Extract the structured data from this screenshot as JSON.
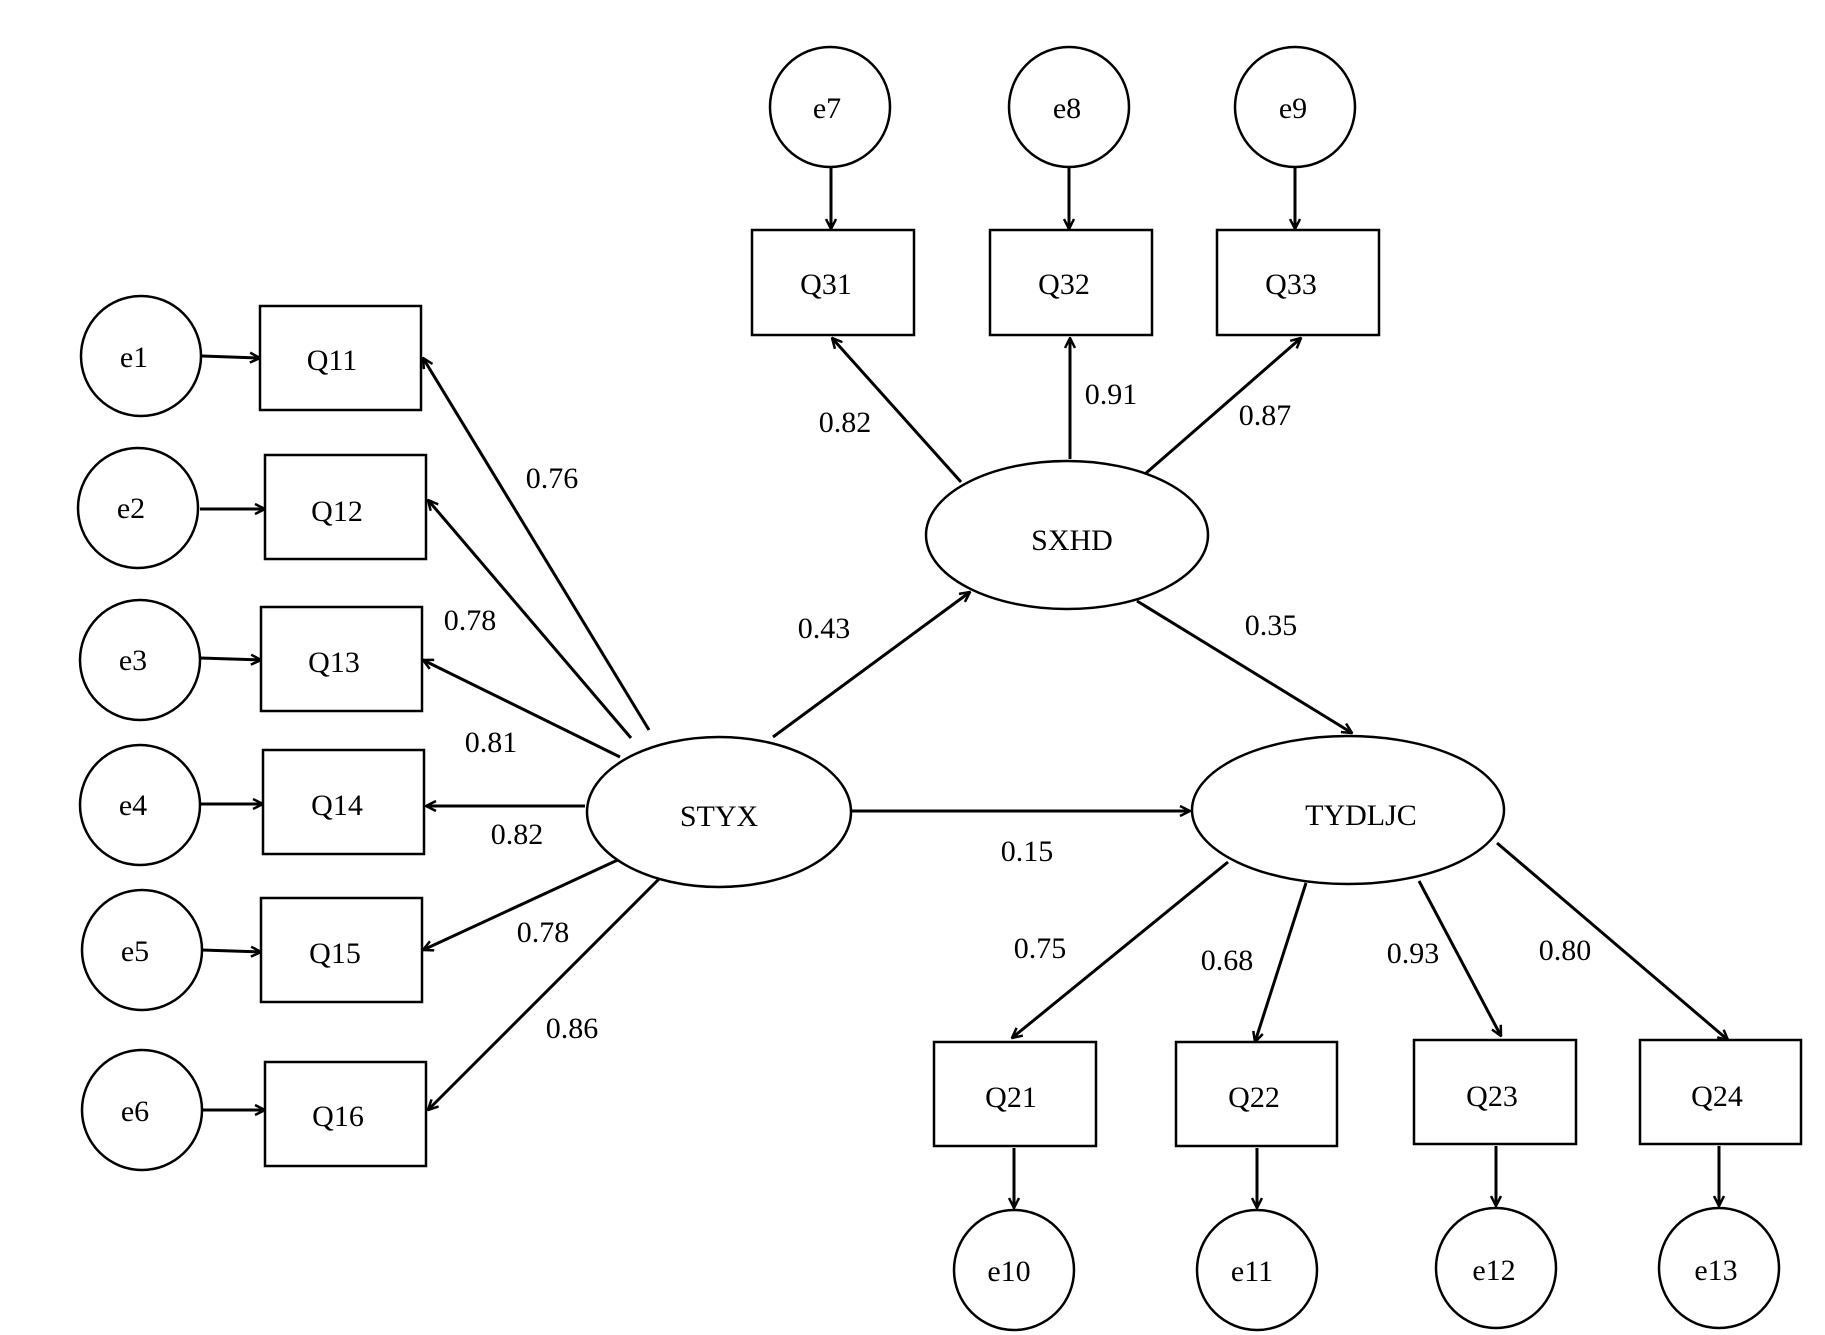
{
  "latent_variables": {
    "styx": "STYX",
    "sxhd": "SXHD",
    "tydljc": "TYDLJC"
  },
  "indicators": {
    "q11": "Q11",
    "q12": "Q12",
    "q13": "Q13",
    "q14": "Q14",
    "q15": "Q15",
    "q16": "Q16",
    "q21": "Q21",
    "q22": "Q22",
    "q23": "Q23",
    "q24": "Q24",
    "q31": "Q31",
    "q32": "Q32",
    "q33": "Q33"
  },
  "errors": {
    "e1": "e1",
    "e2": "e2",
    "e3": "e3",
    "e4": "e4",
    "e5": "e5",
    "e6": "e6",
    "e7": "e7",
    "e8": "e8",
    "e9": "e9",
    "e10": "e10",
    "e11": "e11",
    "e12": "e12",
    "e13": "e13"
  },
  "loadings": {
    "styx_q11": "0.76",
    "styx_q12": "0.78",
    "styx_q13": "0.81",
    "styx_q14": "0.82",
    "styx_q15": "0.78",
    "styx_q16": "0.86",
    "sxhd_q31": "0.82",
    "sxhd_q32": "0.91",
    "sxhd_q33": "0.87",
    "tydljc_q21": "0.75",
    "tydljc_q22": "0.68",
    "tydljc_q23": "0.93",
    "tydljc_q24": "0.80"
  },
  "structural_paths": {
    "styx_sxhd": "0.43",
    "sxhd_tydljc": "0.35",
    "styx_tydljc": "0.15"
  }
}
